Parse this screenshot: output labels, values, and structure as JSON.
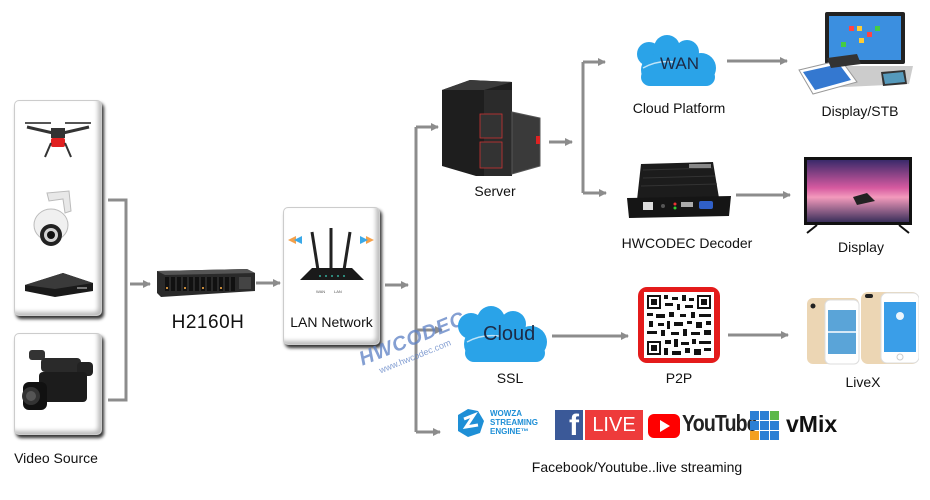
{
  "title": "HWCODEC H2160H network streaming topology",
  "nodes": {
    "video_source": {
      "label": "Video Source",
      "devices": [
        "drone",
        "ptz-camera",
        "nvr-box",
        "camcorder"
      ]
    },
    "encoder": {
      "label": "H2160H"
    },
    "lan": {
      "label": "LAN Network",
      "ports": [
        "WAN",
        "LAN"
      ]
    },
    "server": {
      "label": "Server"
    },
    "cloud_platform": {
      "label": "Cloud Platform",
      "cloud_text": "WAN"
    },
    "display_stb": {
      "label": "Display/STB"
    },
    "decoder": {
      "label": "HWCODEC Decoder"
    },
    "display": {
      "label": "Display"
    },
    "ssl": {
      "label": "SSL",
      "cloud_text": "Cloud"
    },
    "p2p": {
      "label": "P2P"
    },
    "livex": {
      "label": "LiveX"
    },
    "streaming": {
      "label": "Facebook/Youtube..live streaming",
      "logos": {
        "wowza": [
          "WOWZA",
          "STREAMING",
          "ENGINE™"
        ],
        "facebook_f": "f",
        "live": "LIVE",
        "youtube": "YouTube",
        "vmix": "vMix"
      }
    }
  },
  "watermark": {
    "brand": "HWCODEC",
    "url": "www.hwcodec.com"
  },
  "colors": {
    "arrow": "#8c8c8c",
    "cloud": "#2aa3e8",
    "qr_border": "#e41b1b",
    "facebook": "#3b5998",
    "live": "#ee3b3b",
    "youtube": "#ff0000",
    "wowza": "#1e8fd6",
    "watermark": "#5b7fc4"
  }
}
